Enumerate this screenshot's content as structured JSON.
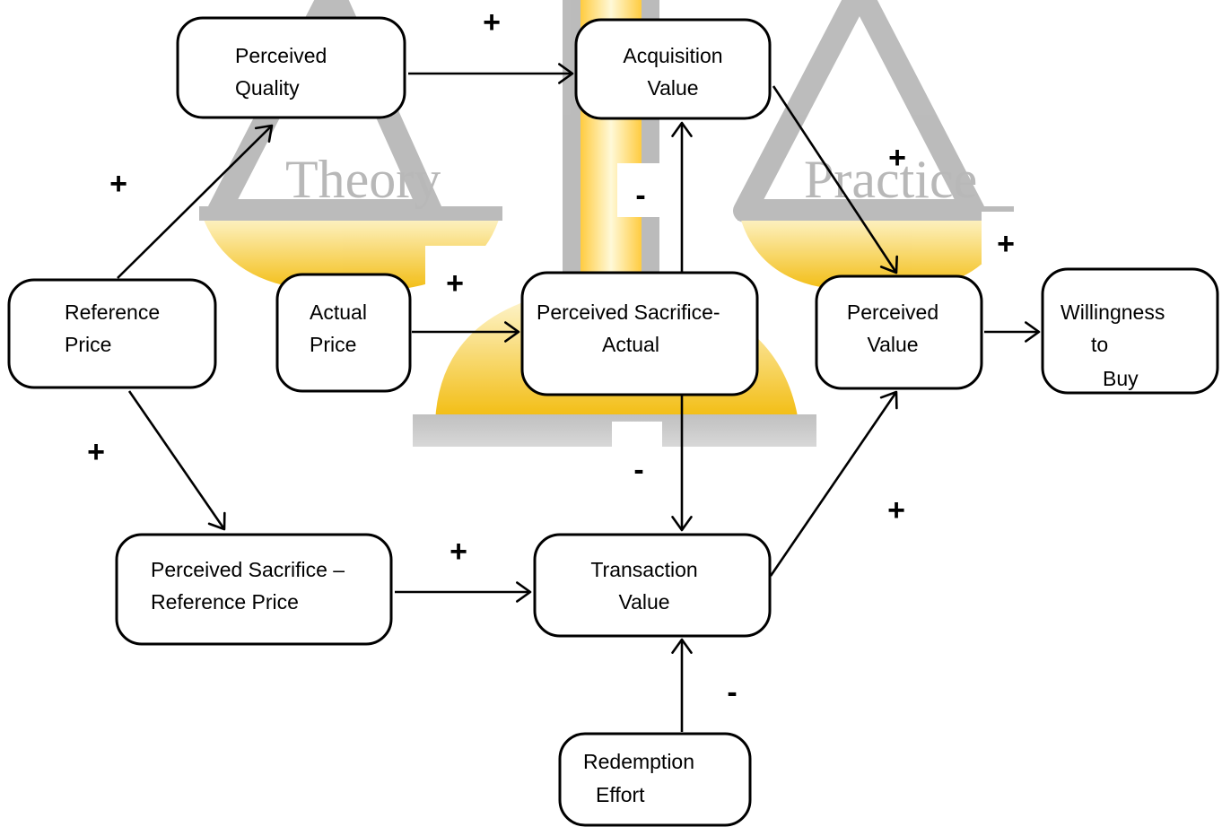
{
  "watermark": {
    "left_word": "Theory",
    "right_word": "Practice",
    "colors": {
      "gray": "#b8b8b8",
      "gold_light": "#fff7c2",
      "gold_mid": "#ffd84a",
      "gold_dark": "#e8a400"
    }
  },
  "nodes": {
    "perceived_quality": {
      "lines": [
        "Perceived",
        "Quality"
      ]
    },
    "acquisition_value": {
      "lines": [
        "Acquisition",
        "Value"
      ]
    },
    "reference_price": {
      "lines": [
        "Reference",
        "Price"
      ]
    },
    "actual_price": {
      "lines": [
        "Actual",
        "Price"
      ]
    },
    "perceived_sacrifice_actual": {
      "lines": [
        "Perceived Sacrifice-",
        "Actual"
      ]
    },
    "perceived_value": {
      "lines": [
        "Perceived",
        "Value"
      ]
    },
    "willingness_to_buy": {
      "lines": [
        "Willingness",
        "to",
        "Buy"
      ]
    },
    "perceived_sacrifice_reference": {
      "lines": [
        "Perceived Sacrifice –",
        "Reference Price"
      ]
    },
    "transaction_value": {
      "lines": [
        "Transaction",
        "Value"
      ]
    },
    "redemption_effort": {
      "lines": [
        "Redemption",
        "Effort"
      ]
    }
  },
  "edges": [
    {
      "from": "reference_price",
      "to": "perceived_quality",
      "sign": "+"
    },
    {
      "from": "perceived_quality",
      "to": "acquisition_value",
      "sign": "+"
    },
    {
      "from": "perceived_sacrifice_actual",
      "to": "acquisition_value",
      "sign": "-"
    },
    {
      "from": "actual_price",
      "to": "perceived_sacrifice_actual",
      "sign": "+"
    },
    {
      "from": "acquisition_value",
      "to": "perceived_value",
      "sign": "+"
    },
    {
      "from": "perceived_value",
      "to": "willingness_to_buy",
      "sign": "+"
    },
    {
      "from": "reference_price",
      "to": "perceived_sacrifice_reference",
      "sign": "+"
    },
    {
      "from": "perceived_sacrifice_actual",
      "to": "transaction_value",
      "sign": "-"
    },
    {
      "from": "perceived_sacrifice_reference",
      "to": "transaction_value",
      "sign": "+"
    },
    {
      "from": "transaction_value",
      "to": "perceived_value",
      "sign": "+"
    },
    {
      "from": "redemption_effort",
      "to": "transaction_value",
      "sign": "-"
    }
  ]
}
